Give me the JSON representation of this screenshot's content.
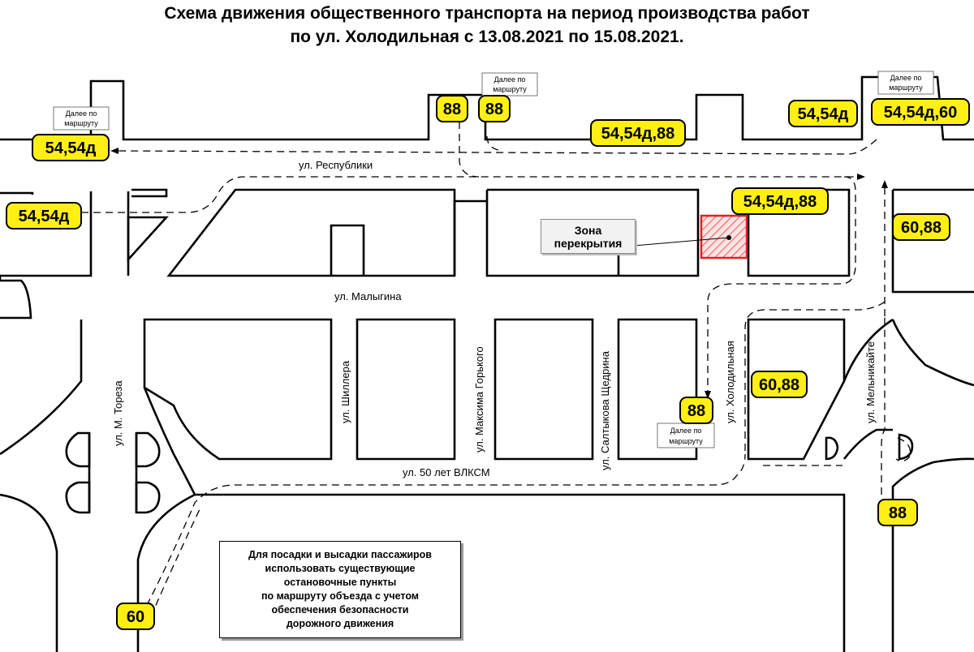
{
  "title": "Схема движения общественного транспорта на период производства работ\nпо ул. Холодильная с 13.08.2021 по 15.08.2021.",
  "streets": {
    "respubliki": "ул. Республики",
    "malygina": "ул. Малыгина",
    "shillera": "ул. Шиллера",
    "gorkogo": "ул. Максима Горького",
    "shchedrina": "ул. Салтыкова Щедрина",
    "kholodilnaya": "ул. Холодильная",
    "melnikaite": "ул. Мельникайте",
    "toreza": "ул. М. Тореза",
    "vlksm": "ул. 50 лет ВЛКСМ"
  },
  "routes": {
    "r1": "54,54д",
    "r2": "54,54д",
    "r3": "88",
    "r4": "88",
    "r5": "54,54д,88",
    "r6": "54,54д",
    "r7": "54,54д,60",
    "r8": "54,54д,88",
    "r9": "60,88",
    "r10": "60,88",
    "r11": "88",
    "r12": "88",
    "r13": "60"
  },
  "further": {
    "line1": "Далее по",
    "line2": "маршруту"
  },
  "zone_label": "Зона\nперекрытия",
  "note": "Для посадки и высадки пассажиров\nиспользовать существующие\nостановочные пункты\nпо маршруту объезда с учетом\nобеспечения безопасности\nдорожного движения",
  "colors": {
    "route_tag": "#ffef14",
    "closure_zone": "#e0202a",
    "roads": "#000000"
  }
}
